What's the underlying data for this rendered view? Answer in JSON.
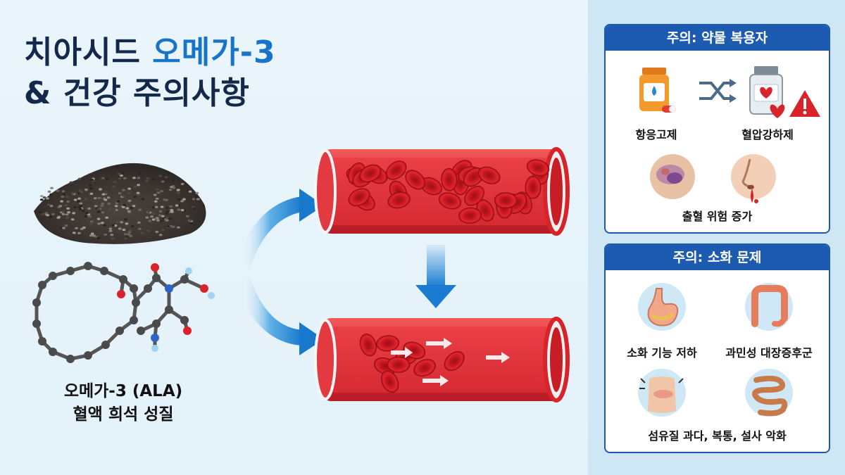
{
  "title": {
    "line1_plain": "치아시드 ",
    "line1_accent": "오메가-3",
    "line2": "& 건강 주의사항"
  },
  "molecule_label": {
    "line1": "오메가-3 (ALA)",
    "line2": "혈액 희석 성질"
  },
  "card_medication": {
    "header": "주의: 약물 복용자",
    "drug1": "항응고제",
    "drug2": "혈압강하제",
    "bleeding": "출혈 위험 증가"
  },
  "card_digestion": {
    "header": "주의: 소화 문제",
    "item1": "소화 기능 저하",
    "item2": "과민성 대장증후군",
    "item3": "섬유질 과다, 복통, 설사 악화"
  },
  "colors": {
    "title_dark": "#14284a",
    "title_accent": "#1874c9",
    "card_header": "#1d5bb0",
    "blood_red": "#d3242c",
    "arrow_blue": "#1f8ad6",
    "warning_red": "#d8232a"
  },
  "icons": [
    "chia-seeds",
    "ala-molecule",
    "dense-blood-vessel",
    "thin-blood-vessel",
    "pill-bottle-icon",
    "shuffle-icon",
    "heart-bottle-icon",
    "warning-icon",
    "bruise-icon",
    "nosebleed-icon",
    "stomach-icon",
    "colon-icon",
    "abdominal-pain-icon",
    "intestine-icon"
  ]
}
